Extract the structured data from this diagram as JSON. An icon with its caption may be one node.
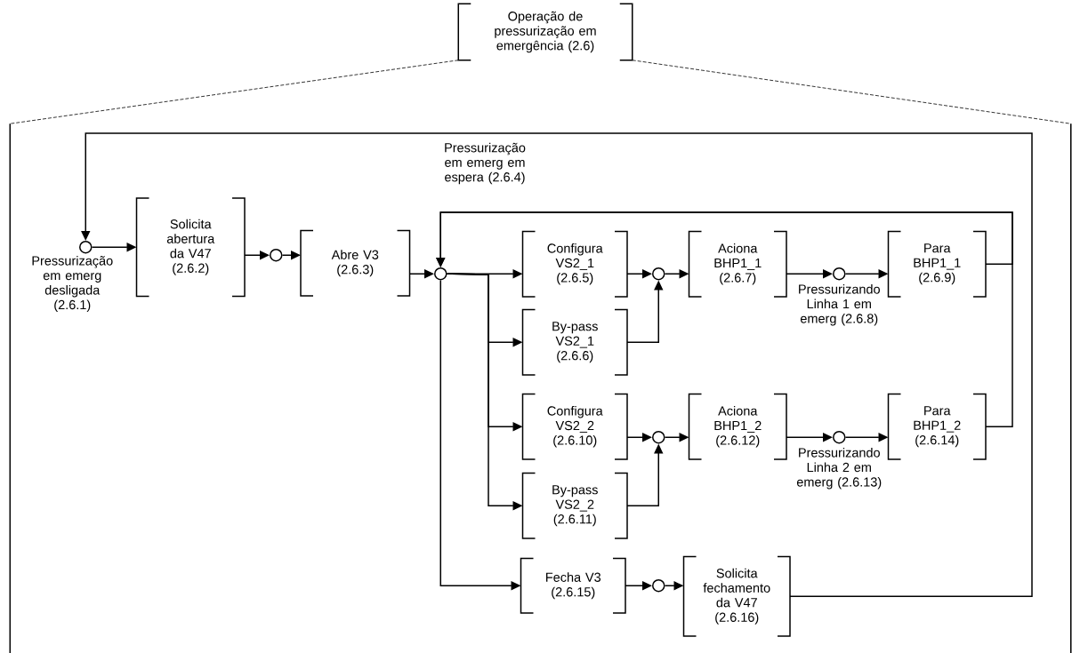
{
  "diagram": {
    "nodes": [
      {
        "text": [
          "Operação de pressurização em emergência (2.6)"
        ]
      },
      {
        "text": [],
        "shape": "box"
      },
      {
        "text": [],
        "shape": "circle",
        "beside": [
          "Pressurização em emerg desligada (2.6.1)"
        ],
        "in": 1
      },
      {
        "text": [
          "Solicita abertura da V47 (2.6.2)"
        ],
        "in": 1
      },
      {
        "text": [],
        "shape": "circle",
        "in": 1
      },
      {
        "text": [
          "Abre V3 (2.6.3)"
        ],
        "in": 1
      },
      {
        "text": [],
        "shape": "circle",
        "in": 1
      },
      {
        "text": [
          "Configura VS2_1 (2.6.5)"
        ],
        "in": 1
      },
      {
        "text": [
          "By-pass VS2_1 (2.6.6)"
        ],
        "in": 1
      },
      {
        "text": [],
        "shape": "circle",
        "in": 1
      },
      {
        "text": [
          "Aciona BHP1_1 (2.6.7)"
        ],
        "in": 1
      },
      {
        "text": [],
        "shape": "circle",
        "beside": [
          "Pressurizando Linha 1 em emerg (2.6.8)"
        ],
        "in": 1
      },
      {
        "text": [
          "Para BHP1_1 (2.6.9)"
        ],
        "in": 1
      },
      {
        "text": [
          "Configura VS2_2 (2.6.10)"
        ],
        "in": 1
      },
      {
        "text": [
          "By-pass VS2_2 (2.6.11)"
        ],
        "in": 1
      },
      {
        "text": [],
        "shape": "circle",
        "in": 1
      },
      {
        "text": [
          "Aciona BHP1_2 (2.6.12)"
        ],
        "in": 1
      },
      {
        "text": [],
        "shape": "circle",
        "beside": [
          "Pressurizando Linha 2 em emerg (2.6.13)"
        ],
        "in": 1
      },
      {
        "text": [
          "Para BHP1_2 (2.6.14)"
        ],
        "in": 1
      },
      {
        "text": [
          "Fecha V3 (2.6.15)"
        ],
        "in": 1
      },
      {
        "text": [],
        "shape": "circle",
        "in": 1
      },
      {
        "text": [
          "Solicita fechamento da V47 (2.6.16)"
        ],
        "in": 1
      }
    ],
    "edges": [
      {
        "from": 2,
        "to": 3,
        "arrow": "to"
      },
      {
        "from": 3,
        "to": 4,
        "arrow": "to"
      },
      {
        "from": 4,
        "to": 5,
        "arrow": "to"
      },
      {
        "from": 5,
        "to": 6,
        "arrow": "to"
      },
      {
        "from": 6,
        "to": 7,
        "arrow": "to"
      },
      {
        "from": 6,
        "to": 8,
        "arrow": "to"
      },
      {
        "from": 6,
        "to": 13,
        "arrow": "to"
      },
      {
        "from": 6,
        "to": 14,
        "arrow": "to"
      },
      {
        "from": 6,
        "to": 19,
        "arrow": "to"
      },
      {
        "from": 7,
        "to": 9,
        "arrow": "to"
      },
      {
        "from": 8,
        "to": 9,
        "arrow": "to"
      },
      {
        "from": 9,
        "to": 10,
        "arrow": "to"
      },
      {
        "from": 10,
        "to": 11,
        "arrow": "to"
      },
      {
        "from": 11,
        "to": 12,
        "arrow": "to"
      },
      {
        "from": 12,
        "to": 6,
        "arrow": "to"
      },
      {
        "from": 13,
        "to": 15,
        "arrow": "to"
      },
      {
        "from": 14,
        "to": 15,
        "arrow": "to"
      },
      {
        "from": 15,
        "to": 16,
        "arrow": "to"
      },
      {
        "from": 16,
        "to": 17,
        "arrow": "to"
      },
      {
        "from": 17,
        "to": 18,
        "arrow": "to"
      },
      {
        "from": 18,
        "to": 6,
        "arrow": "to"
      },
      {
        "from": 19,
        "to": 20,
        "arrow": "to"
      },
      {
        "from": 20,
        "to": 21,
        "arrow": "to"
      },
      {
        "from": 21,
        "to": 2,
        "arrow": "to"
      },
      {
        "from": 0,
        "to": 1,
        "arrow": "none",
        "style": "dashed"
      },
      {
        "from": 0,
        "to": 1,
        "arrow": "none",
        "style": "dashed"
      }
    ],
    "labels": [
      "Pressurização em emerg em espera (2.6.4)"
    ]
  }
}
